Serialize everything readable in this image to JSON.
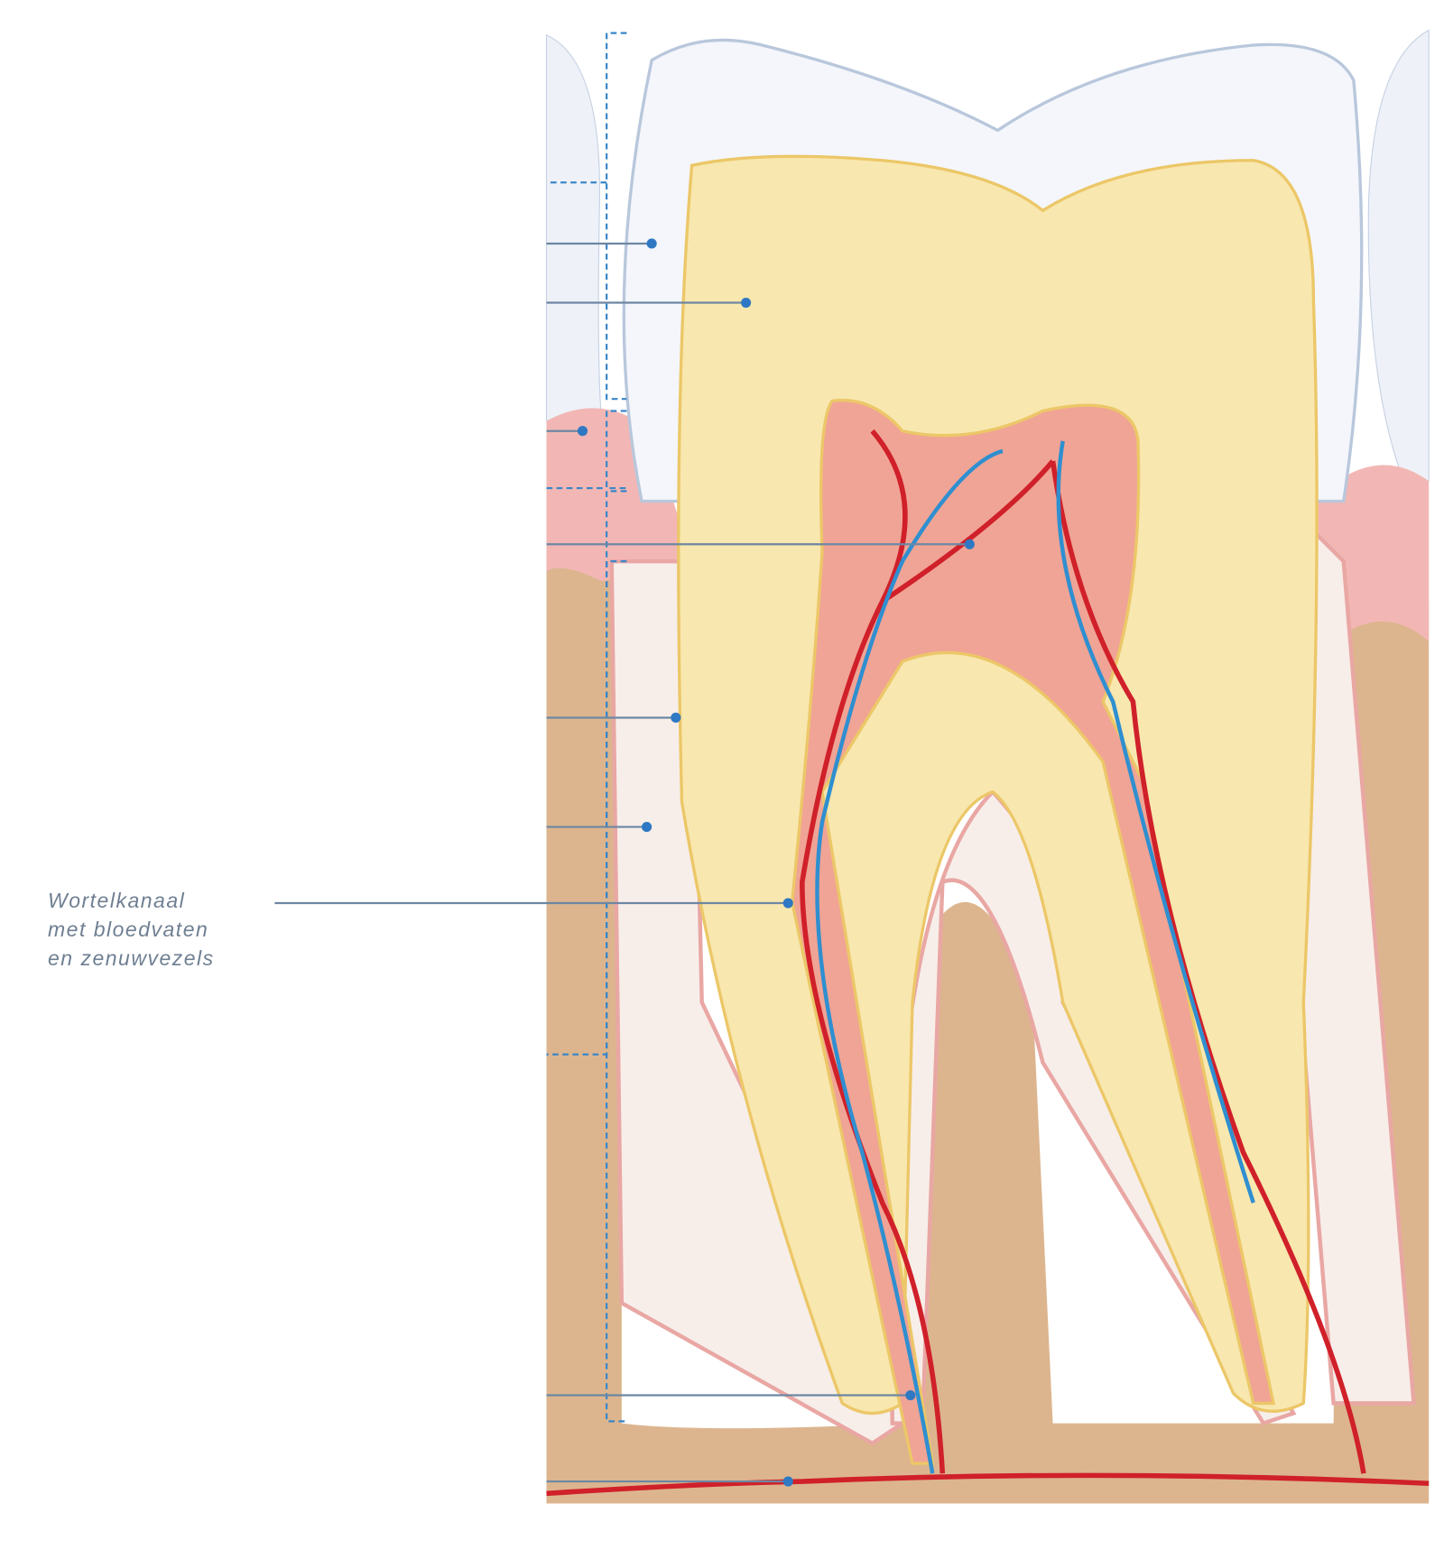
{
  "diagram": {
    "labels": {
      "root_canal": [
        "Wortelkanaal",
        "met bloedvaten",
        "en zenuwvezels"
      ]
    },
    "colors": {
      "enamel": "#f4f6fb",
      "dentin": "#f8e7ae",
      "pulp": "#f0a495",
      "gum": "#f2b7b4",
      "bone": "#dcb58e",
      "artery": "#d0202a",
      "vein": "#2f8fd0",
      "leader": "#6d87a3"
    }
  }
}
